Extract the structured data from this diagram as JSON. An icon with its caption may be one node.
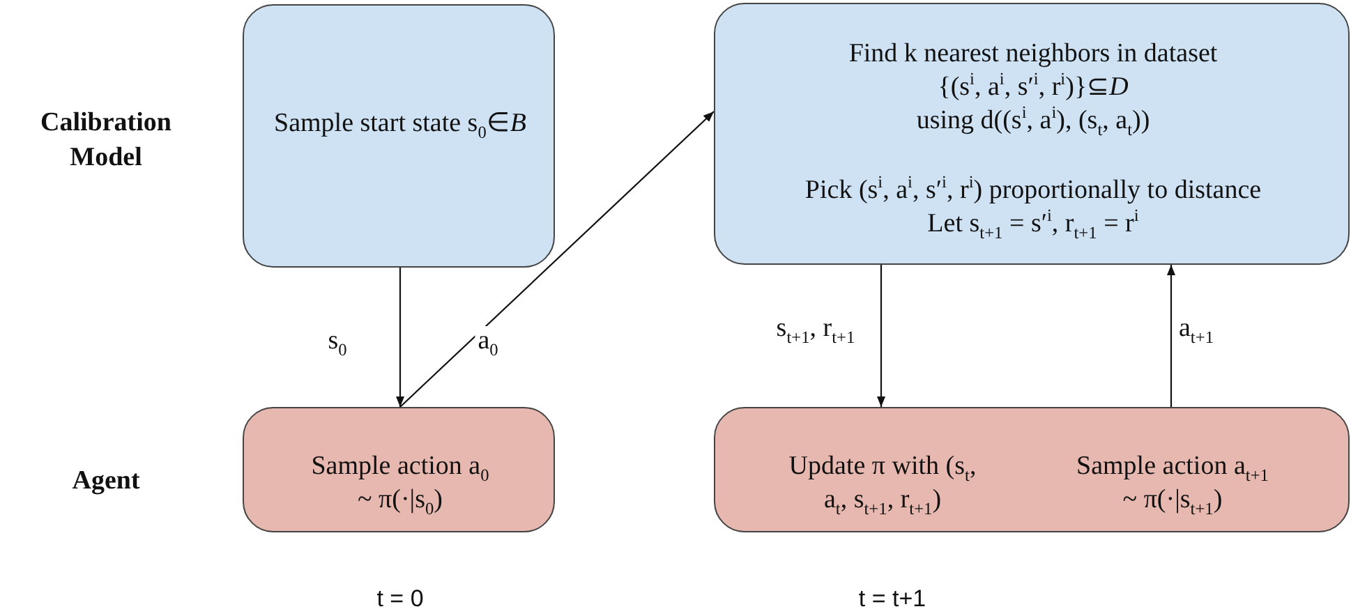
{
  "diagram": {
    "nodes": [
      {
        "text": [
          "Sample start state s$_{0}$∈*B*"
        ]
      },
      {
        "text": [
          "Find k nearest neighbors in dataset",
          "{(s$^{i}$, a$^{i}$, s′$^{i}$, r$^{i}$)}⊆*D*",
          "using d((s$^{i}$, a$^{i}$), (s$_{t}$, a$_{t}$))",
          "Pick (s$^{i}$, a$^{i}$, s′$^{i}$, r$^{i}$) proportionally to distance",
          "Let s$_{t+1}$ = s′$^{i}$, r$_{t+1}$ = r$^{i}$"
        ]
      },
      {
        "text": [
          "Sample action a$_{0}$ ~ π(·|s$_{0}$)"
        ]
      },
      {
        "text": [
          "Update π with (s$_{t}$, a$_{t}$, s$_{t+1}$, r$_{t+1}$)",
          "Sample action a$_{t+1}$ ~ π(·|s$_{t+1}$)"
        ]
      }
    ],
    "edges": [
      {
        "from": 0,
        "to": 2,
        "arrow": "to",
        "label": "s$_{0}$"
      },
      {
        "from": 2,
        "to": 1,
        "arrow": "to",
        "label": "a$_{0}$"
      },
      {
        "from": 1,
        "to": 3,
        "arrow": "to",
        "label": "s$_{t+1}$, r$_{t+1}$"
      },
      {
        "from": 3,
        "to": 1,
        "arrow": "to",
        "label": "a$_{t+1}$"
      }
    ],
    "labels": [
      "Calibration Model",
      "Agent",
      "t = 0",
      "t = t+1"
    ]
  }
}
